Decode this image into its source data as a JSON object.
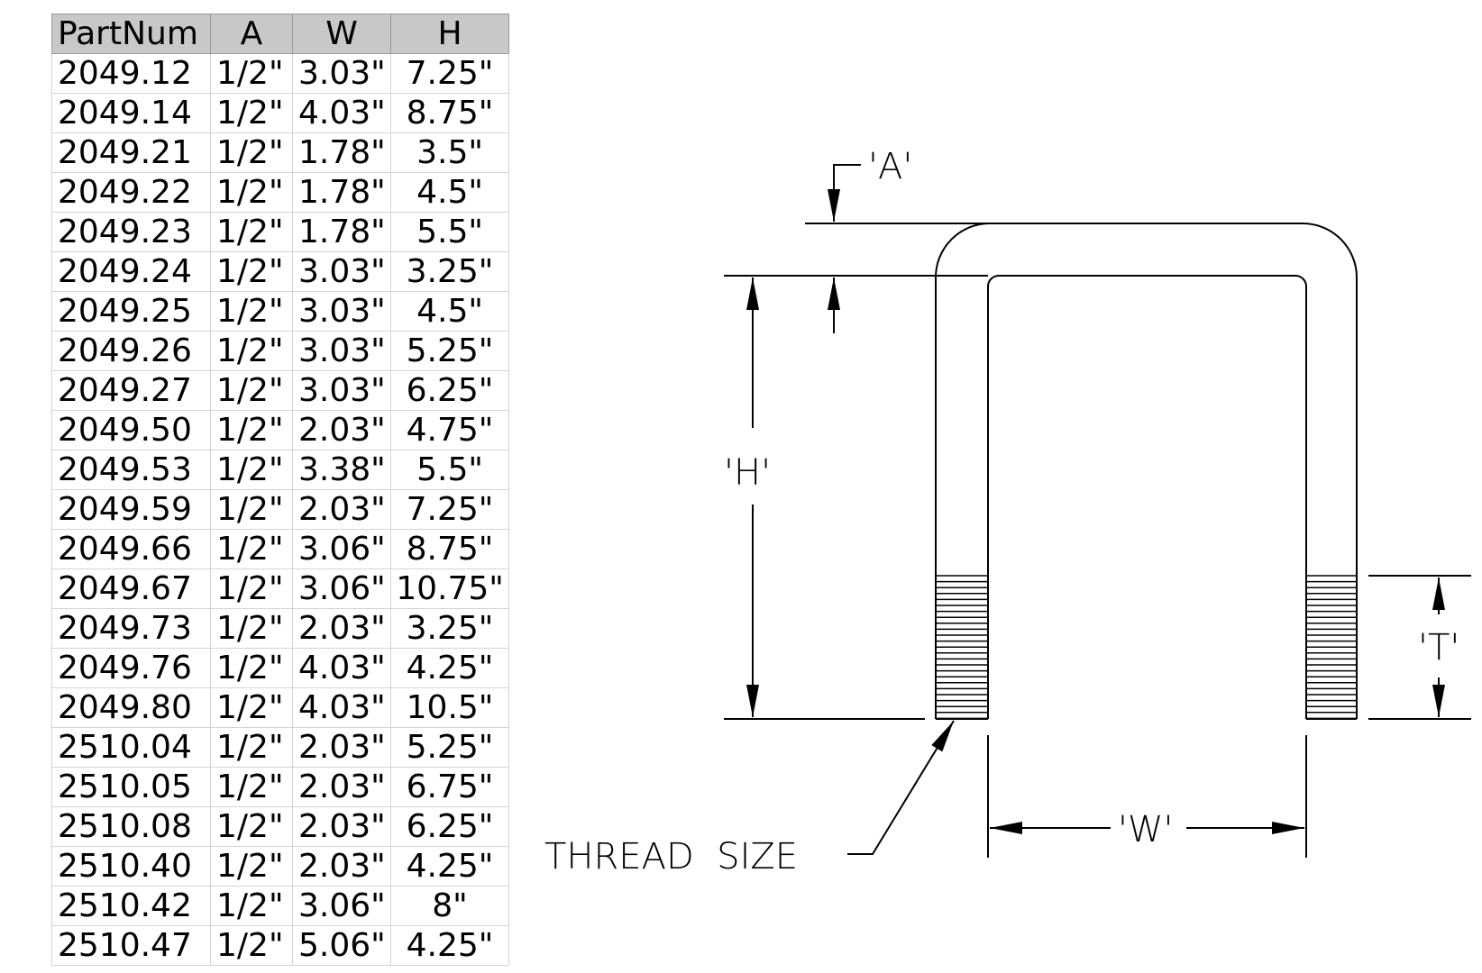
{
  "table": {
    "headers": [
      "PartNum",
      "A",
      "W",
      "H"
    ],
    "rows": [
      [
        "2049.12",
        "1/2\"",
        "3.03\"",
        "7.25\""
      ],
      [
        "2049.14",
        "1/2\"",
        "4.03\"",
        "8.75\""
      ],
      [
        "2049.21",
        "1/2\"",
        "1.78\"",
        "3.5\""
      ],
      [
        "2049.22",
        "1/2\"",
        "1.78\"",
        "4.5\""
      ],
      [
        "2049.23",
        "1/2\"",
        "1.78\"",
        "5.5\""
      ],
      [
        "2049.24",
        "1/2\"",
        "3.03\"",
        "3.25\""
      ],
      [
        "2049.25",
        "1/2\"",
        "3.03\"",
        "4.5\""
      ],
      [
        "2049.26",
        "1/2\"",
        "3.03\"",
        "5.25\""
      ],
      [
        "2049.27",
        "1/2\"",
        "3.03\"",
        "6.25\""
      ],
      [
        "2049.50",
        "1/2\"",
        "2.03\"",
        "4.75\""
      ],
      [
        "2049.53",
        "1/2\"",
        "3.38\"",
        "5.5\""
      ],
      [
        "2049.59",
        "1/2\"",
        "2.03\"",
        "7.25\""
      ],
      [
        "2049.66",
        "1/2\"",
        "3.06\"",
        "8.75\""
      ],
      [
        "2049.67",
        "1/2\"",
        "3.06\"",
        "10.75\""
      ],
      [
        "2049.73",
        "1/2\"",
        "2.03\"",
        "3.25\""
      ],
      [
        "2049.76",
        "1/2\"",
        "4.03\"",
        "4.25\""
      ],
      [
        "2049.80",
        "1/2\"",
        "4.03\"",
        "10.5\""
      ],
      [
        "2510.04",
        "1/2\"",
        "2.03\"",
        "5.25\""
      ],
      [
        "2510.05",
        "1/2\"",
        "2.03\"",
        "6.75\""
      ],
      [
        "2510.08",
        "1/2\"",
        "2.03\"",
        "6.25\""
      ],
      [
        "2510.40",
        "1/2\"",
        "2.03\"",
        "4.25\""
      ],
      [
        "2510.42",
        "1/2\"",
        "3.06\"",
        "8\""
      ],
      [
        "2510.47",
        "1/2\"",
        "5.06\"",
        "4.25\""
      ]
    ]
  },
  "diagram": {
    "label_a": "'A'",
    "label_h": "'H'",
    "label_t": "'T'",
    "label_w": "'W'",
    "label_thread": "THREAD  SIZE"
  },
  "colors": {
    "header_bg": "#c8c8c8",
    "grid": "#d4d4d4",
    "line": "#000000"
  }
}
